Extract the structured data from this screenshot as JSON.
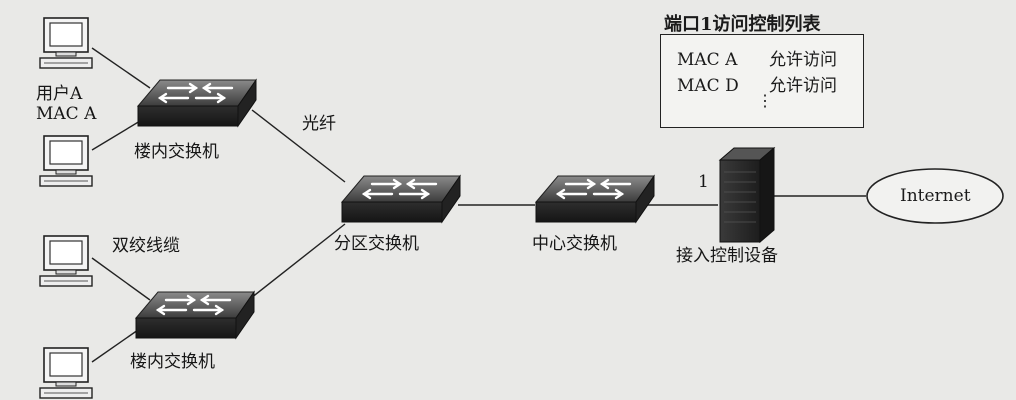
{
  "acl": {
    "title": "端口1访问控制列表",
    "rows": [
      {
        "mac": "MAC A",
        "action": "允许访问"
      },
      {
        "mac": "MAC D",
        "action": "允许访问"
      }
    ],
    "more": "⋮"
  },
  "labels": {
    "user_a": "用户A",
    "mac_a": "MAC A",
    "building_switch_top": "楼内交换机",
    "building_switch_bottom": "楼内交换机",
    "fiber": "光纤",
    "twisted_pair": "双绞线缆",
    "zone_switch": "分区交换机",
    "core_switch": "中心交换机",
    "access_device": "接入控制设备",
    "port_number": "1",
    "internet": "Internet"
  },
  "icons": [
    "computer-icon",
    "switch-icon",
    "server-tower-icon",
    "internet-cloud-icon"
  ]
}
